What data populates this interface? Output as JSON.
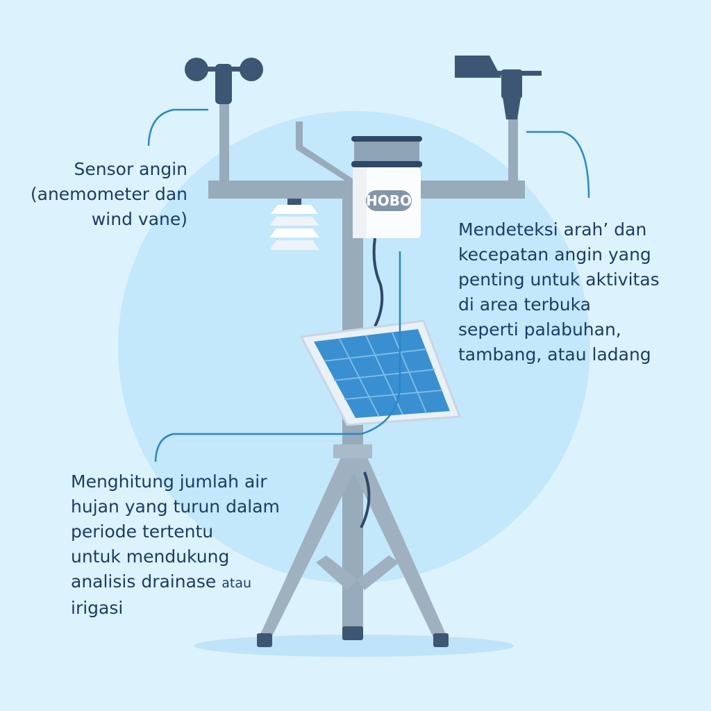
{
  "logo_text": "HOBO",
  "labels": {
    "wind_sensor": {
      "line1": "Sensor angin",
      "line2": "(anemometer dan",
      "line3": "wind vane)"
    },
    "wind_description": {
      "lines": [
        "Mendeteksi arah’ dan",
        "kecepatan angin yang",
        "penting untuk aktivitas",
        "di area terbuka",
        "seperti palabuhan,",
        "tambang, atau ladang"
      ]
    },
    "rain_description": {
      "lines": [
        "Menghitung jumlah air",
        "hujan yang turun dalam",
        "periode tertentu",
        "untuk mendukung",
        "analisis drainase"
      ],
      "tail_small": "atau",
      "last_line": "irigasi"
    }
  },
  "colors": {
    "background": "#dcf2fd",
    "circle": "#c3e7fb",
    "pole": "#91a7b8",
    "dark": "#3d5673",
    "leader": "#2a86c8",
    "text": "#1d3c63",
    "panel": "#3a8fd0"
  }
}
